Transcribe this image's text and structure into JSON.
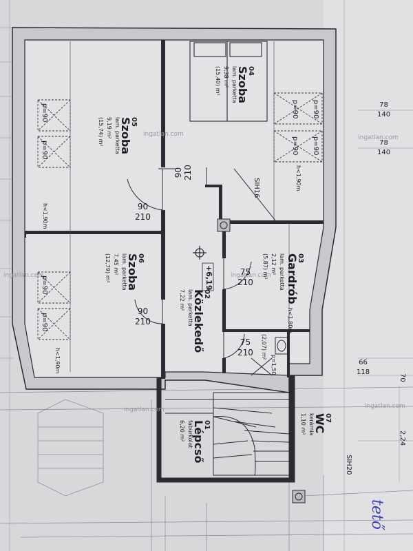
{
  "rooms": [
    {
      "num": "04",
      "name": "Szoba",
      "floor": "lam. parketta",
      "area": "9,38 m²",
      "full_area": "(15,40) m²"
    },
    {
      "num": "05",
      "name": "Szoba",
      "floor": "lam. parketta",
      "area": "9,19 m²",
      "full_area": "(15,74) m²"
    },
    {
      "num": "06",
      "name": "Szoba",
      "floor": "lam. parketta",
      "area": "7,45 m²",
      "full_area": "(12,79) m²"
    },
    {
      "num": "03",
      "name": "Gardrób",
      "height": "h<1,80m",
      "floor": "lam. parketta",
      "area": "2,12 m²",
      "full_area": "(5,87) m²"
    },
    {
      "num": "02",
      "name": "Közlekedő",
      "floor": "lam. parketta",
      "area": "7,22 m²"
    },
    {
      "num": "01",
      "name": "Lépcső",
      "floor": "faburkolat",
      "area": "6,20 m²"
    },
    {
      "num": "07",
      "name": "WC",
      "floor": "kerámia",
      "area": "1,10 m²"
    }
  ],
  "doors": [
    {
      "w": "90",
      "h": "210"
    },
    {
      "w": "90",
      "h": "210"
    },
    {
      "w": "90",
      "h": "210"
    },
    {
      "w": "75",
      "h": "210"
    },
    {
      "w": "75",
      "h": "210"
    }
  ],
  "windows": [
    {
      "label": "p=90"
    },
    {
      "label": "p=90"
    },
    {
      "label": "p=90"
    },
    {
      "label": "p=90"
    },
    {
      "label": "p=90"
    },
    {
      "label": "p=90"
    },
    {
      "label": "p=90"
    },
    {
      "label": "p=90"
    }
  ],
  "window_sizes": [
    {
      "w": "78",
      "h": "140"
    },
    {
      "w": "78",
      "h": "140"
    },
    {
      "w": "66",
      "h": "118"
    }
  ],
  "heights": [
    "h<1,90m",
    "h<1,90m",
    "h<1,90m"
  ],
  "level": "+6,19",
  "chimneys": [
    "SIH16",
    "SIH20"
  ],
  "wc_label": "(2,07) m²",
  "wc_fixture": "p=1,50",
  "dims": [
    "70",
    "2,24"
  ],
  "watermark": "ingatlan.com",
  "handwriting": "tető"
}
